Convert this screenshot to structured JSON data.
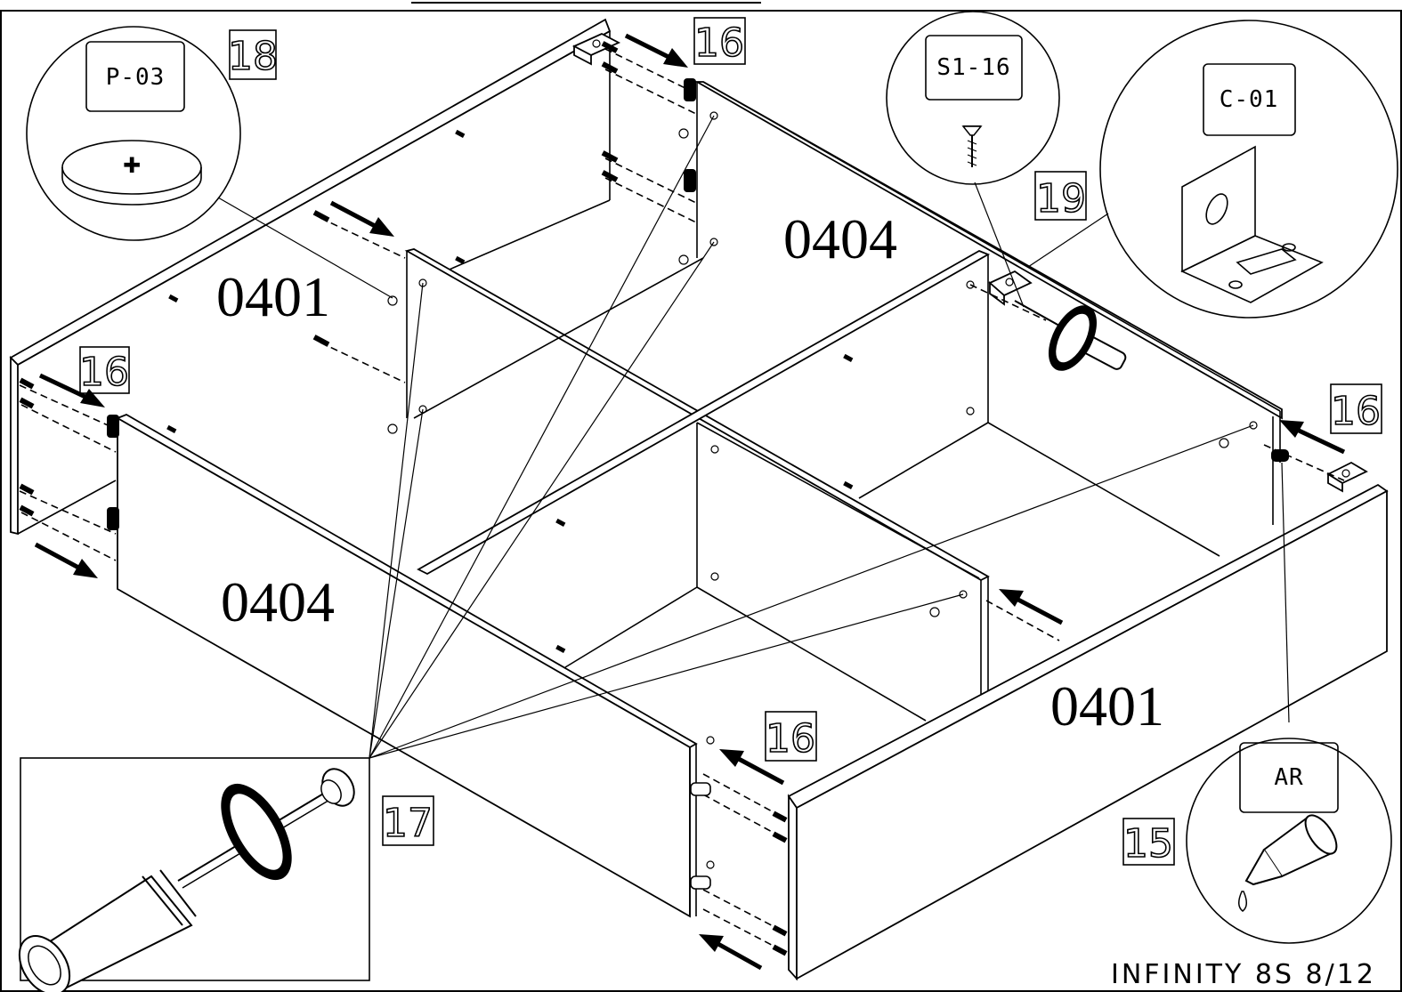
{
  "title": "",
  "panels": {
    "back_left": "0401",
    "back_right": "0404",
    "front_left": "0404",
    "front_right": "0401"
  },
  "steps": {
    "s18": "18",
    "s16_top": "16",
    "s16_left": "16",
    "s16_right": "16",
    "s16_bottom": "16",
    "s19": "19",
    "s17": "17",
    "s15": "15"
  },
  "parts": {
    "p03": "P-03",
    "s116": "S1-16",
    "c01": "C-01",
    "ar": "AR"
  },
  "footer": "INFINITY 8S 8/12"
}
